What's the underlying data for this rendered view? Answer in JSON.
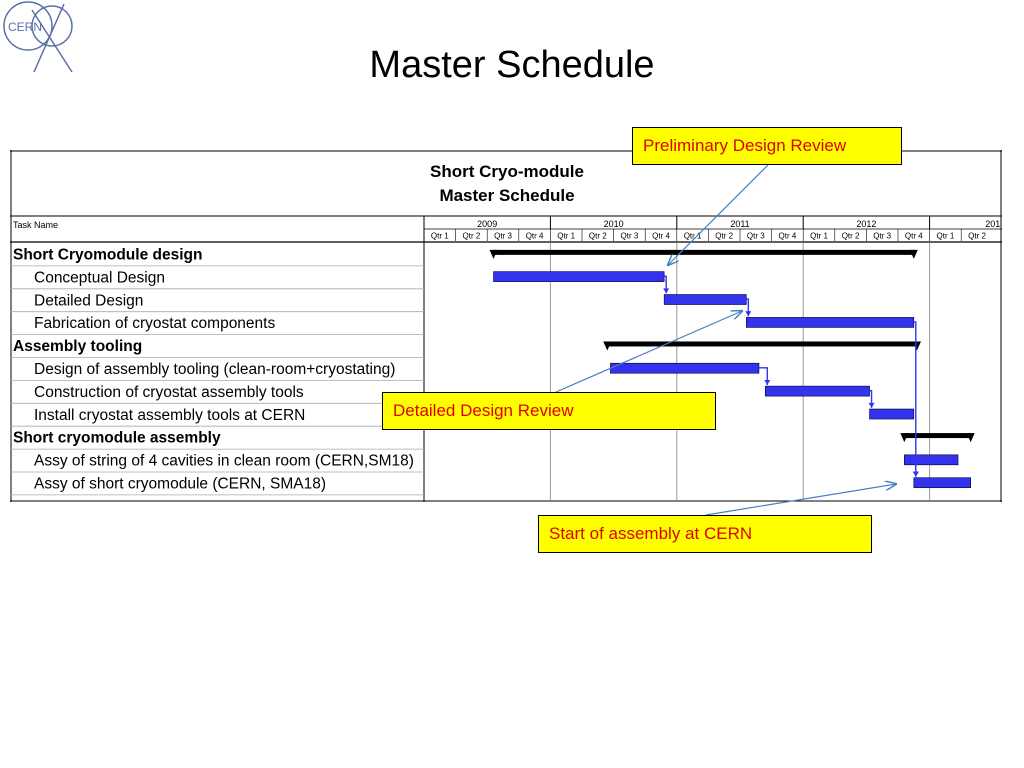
{
  "slide": {
    "title": "Master Schedule",
    "logo_text": "CERN"
  },
  "gantt": {
    "title_line1": "Short Cryo-module",
    "title_line2": "Master Schedule",
    "task_header": "Task Name",
    "years": [
      "2009",
      "2010",
      "2011",
      "2012",
      "201"
    ],
    "quarters": [
      "Qtr 1",
      "Qtr 2",
      "Qtr 3",
      "Qtr 4",
      "Qtr 1",
      "Qtr 2",
      "Qtr 3",
      "Qtr 4",
      "Qtr 1",
      "Qtr 2",
      "Qtr 3",
      "Qtr 4",
      "Qtr 1",
      "Qtr 2",
      "Qtr 3",
      "Qtr 4",
      "Qtr 1",
      "Qtr 2"
    ],
    "tasks": [
      {
        "name": "Short Cryomodule design",
        "summary": true
      },
      {
        "name": "Conceptual Design",
        "summary": false
      },
      {
        "name": "Detailed Design",
        "summary": false
      },
      {
        "name": "Fabrication of cryostat components",
        "summary": false
      },
      {
        "name": "Assembly tooling",
        "summary": true
      },
      {
        "name": "Design of assembly tooling (clean-room+cryostating)",
        "summary": false
      },
      {
        "name": "Construction of cryostat assembly tools",
        "summary": false
      },
      {
        "name": "Install cryostat assembly tools at CERN",
        "summary": false
      },
      {
        "name": "Short cryomodule assembly",
        "summary": true
      },
      {
        "name": "Assy of string of 4 cavities in clean room (CERN,SM18)",
        "summary": false
      },
      {
        "name": "Assy of short cryomodule (CERN, SMA18)",
        "summary": false
      }
    ],
    "bars": [
      {
        "row": 0,
        "start": 2.2,
        "end": 15.5,
        "kind": "summary"
      },
      {
        "row": 1,
        "start": 2.2,
        "end": 7.6,
        "kind": "task"
      },
      {
        "row": 2,
        "start": 7.6,
        "end": 10.2,
        "kind": "task"
      },
      {
        "row": 3,
        "start": 10.2,
        "end": 15.5,
        "kind": "task"
      },
      {
        "row": 4,
        "start": 5.8,
        "end": 15.6,
        "kind": "summary"
      },
      {
        "row": 5,
        "start": 5.9,
        "end": 10.6,
        "kind": "task"
      },
      {
        "row": 6,
        "start": 10.8,
        "end": 14.1,
        "kind": "task"
      },
      {
        "row": 7,
        "start": 14.1,
        "end": 15.5,
        "kind": "task"
      },
      {
        "row": 8,
        "start": 15.2,
        "end": 17.3,
        "kind": "summary"
      },
      {
        "row": 9,
        "start": 15.2,
        "end": 16.9,
        "kind": "task"
      },
      {
        "row": 10,
        "start": 15.5,
        "end": 17.3,
        "kind": "task"
      }
    ],
    "colors": {
      "task_bar": "#3333ee",
      "summary_bar": "#000000"
    }
  },
  "callouts": {
    "pdr": "Preliminary Design Review",
    "ddr": "Detailed Design Review",
    "sac": "Start of assembly at CERN"
  },
  "colors": {
    "callout_bg": "#ffff00",
    "callout_text": "#e00000",
    "arrow": "#4a7fc1"
  }
}
